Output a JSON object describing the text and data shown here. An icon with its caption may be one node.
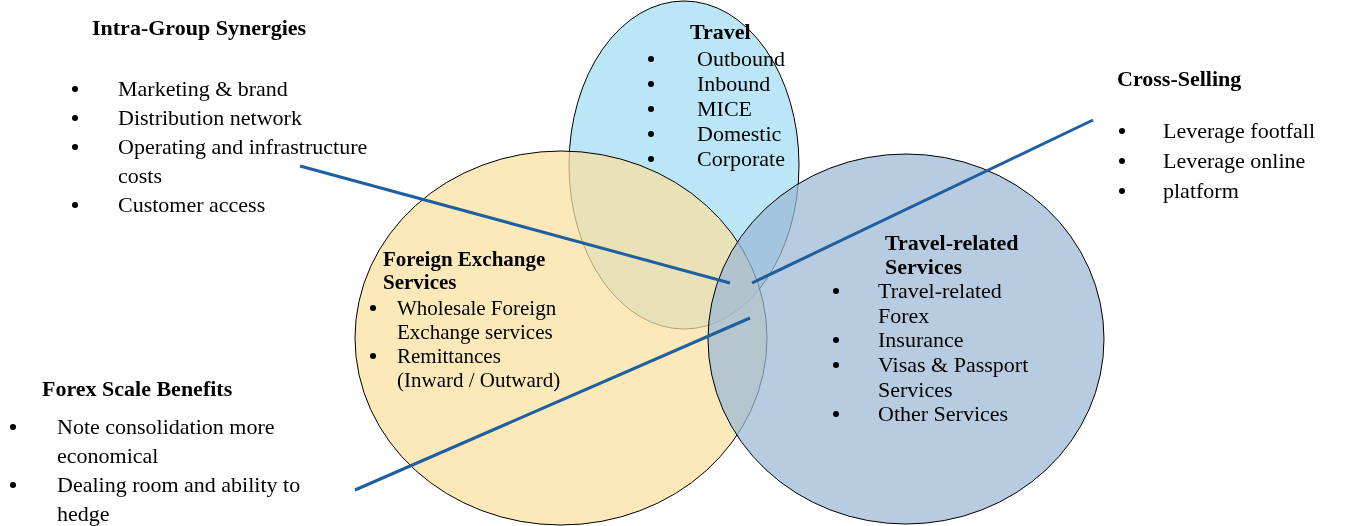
{
  "diagram": {
    "nodes": [
      {
        "text": [
          "Intra-Group Synergies",
          "Marketing & brand",
          "Distribution network",
          "Operating and infrastructure costs",
          "Customer access"
        ]
      },
      {
        "text": [
          "Travel",
          "Outbound",
          "Inbound",
          "MICE",
          "Domestic",
          "Corporate"
        ]
      },
      {
        "text": [
          "Cross-Selling",
          "Leverage footfall",
          "Leverage online",
          "platform"
        ]
      },
      {
        "text": [
          "Foreign Exchange Services",
          "Wholesale Foreign Exchange services",
          "Remittances (Inward / Outward)"
        ]
      },
      {
        "text": [
          "Travel-related Services",
          "Travel-related Forex",
          "Insurance",
          "Visas & Passport Services",
          "Other Services"
        ]
      },
      {
        "text": [
          "Forex Scale Benefits",
          "Note consolidation more economical",
          "Dealing room and ability to hedge"
        ]
      }
    ],
    "edges": [
      {
        "from": 0,
        "to": 1,
        "arrow": "none"
      },
      {
        "from": 2,
        "to": 1,
        "arrow": "none"
      },
      {
        "from": 5,
        "to": 4,
        "arrow": "none"
      }
    ]
  }
}
